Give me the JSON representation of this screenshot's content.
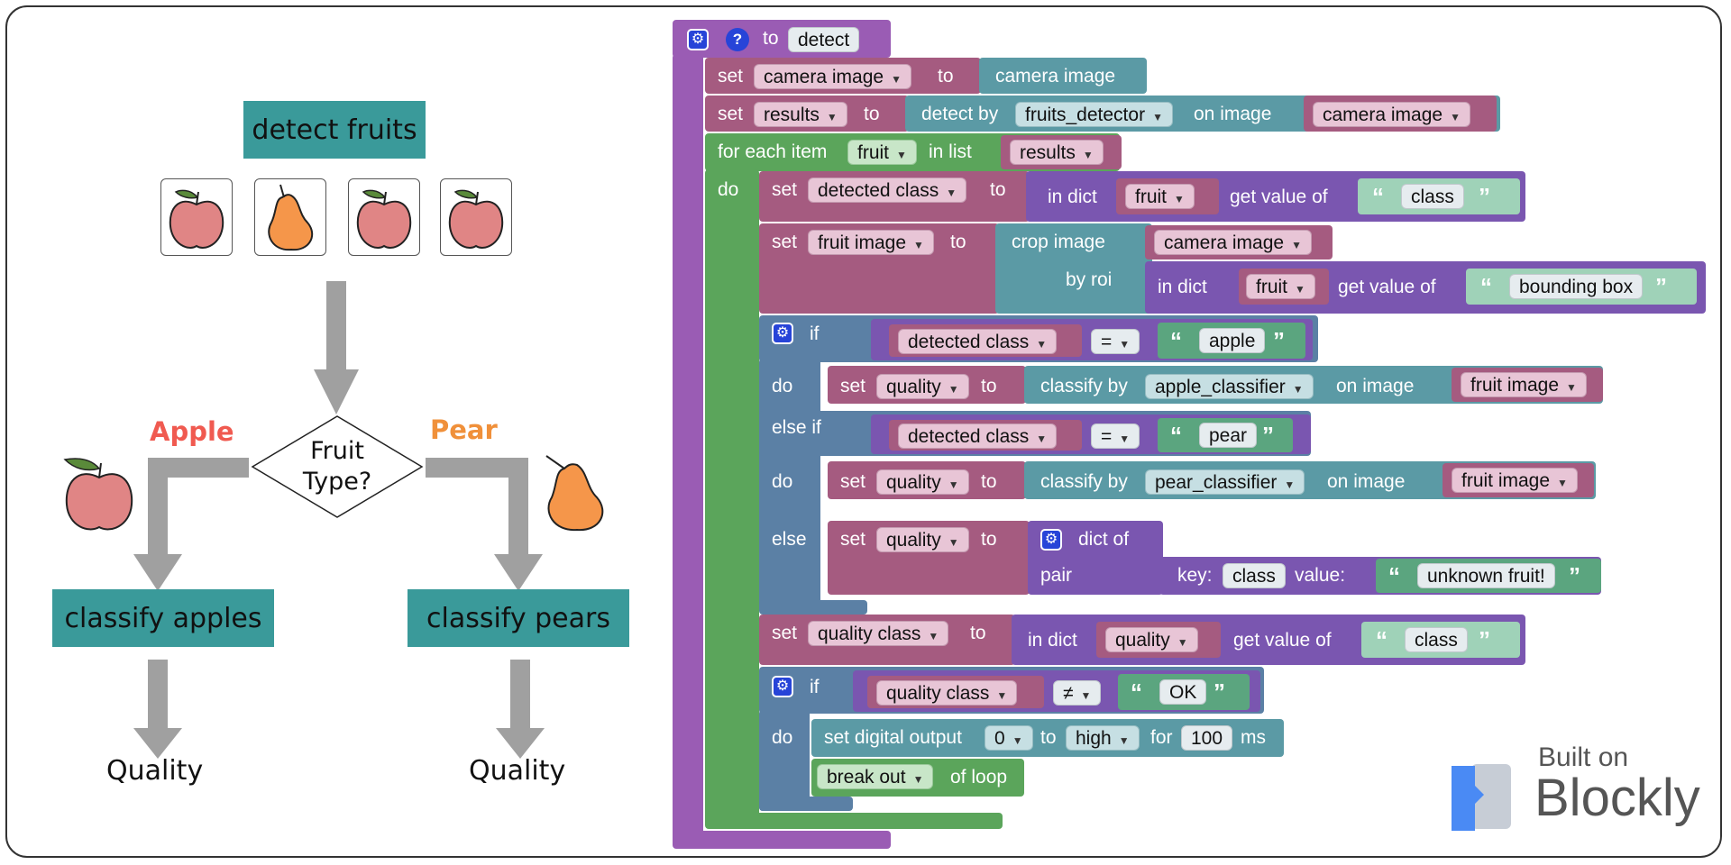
{
  "flowchart": {
    "detect_label": "detect fruits",
    "decision_label_line1": "Fruit",
    "decision_label_line2": "Type?",
    "apple_label": "Apple",
    "pear_label": "Pear",
    "classify_apples": "classify apples",
    "classify_pears": "classify pears",
    "quality_left": "Quality",
    "quality_right": "Quality",
    "colors": {
      "teal": "#3a9a9a",
      "apple": "#f05a50",
      "pear": "#f0903a",
      "arrow": "#a0a0a0"
    }
  },
  "blocks": {
    "func_to": "to",
    "func_name": "detect",
    "set": "set",
    "to": "to",
    "var_camera_image": "camera image",
    "camera_image_value": "camera image",
    "var_results": "results",
    "detect_by": "detect by",
    "fruits_detector": "fruits_detector",
    "on_image": "on image",
    "for_each_item": "for each item",
    "var_fruit": "fruit",
    "in_list": "in list",
    "results_ref": "results",
    "do": "do",
    "var_detected_class": "detected class",
    "in_dict": "in dict",
    "fruit_ref": "fruit",
    "get_value_of": "get value of",
    "str_class": "class",
    "var_fruit_image": "fruit image",
    "crop_image": "crop image",
    "by_roi": "by roi",
    "str_bounding_box": "bounding box",
    "if": "if",
    "eq_op": "=",
    "str_apple": "apple",
    "var_quality": "quality",
    "classify_by": "classify by",
    "apple_classifier": "apple_classifier",
    "else_if": "else if",
    "str_pear": "pear",
    "pear_classifier": "pear_classifier",
    "else": "else",
    "dict_of": "dict of",
    "pair": "pair",
    "key": "key:",
    "key_class": "class",
    "value": "value:",
    "str_unknown": "unknown fruit!",
    "var_quality_class": "quality class",
    "quality_ref": "quality",
    "neq_op": "≠",
    "str_ok": "OK",
    "set_digital_output": "set digital output",
    "output_num": "0",
    "level_high": "high",
    "for": "for",
    "duration": "100",
    "ms": "ms",
    "break_out": "break out",
    "of_loop": "of loop",
    "gear_icon_name": "gear-icon",
    "help_icon_name": "question-icon",
    "caret": "▼"
  },
  "branding": {
    "built_on": "Built on",
    "blockly": "Blockly"
  }
}
